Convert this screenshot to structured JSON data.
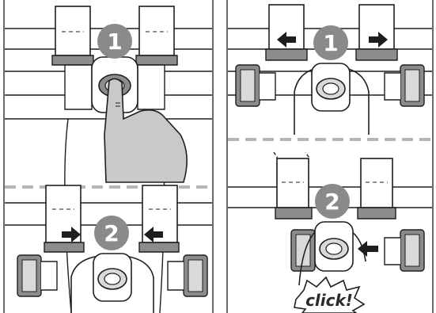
{
  "steps": {
    "left_top": "1",
    "left_bottom": "2",
    "right_top": "1",
    "right_bottom": "2"
  },
  "click_label": "click!",
  "colors": {
    "badge": "#8a8a8a",
    "buckle_dark": "#8c8c8c",
    "buckle_light": "#d9d9d9",
    "hand": "#c9c9c9",
    "line": "#1e1e1e",
    "divider": "#b5b5b5"
  },
  "icons": {
    "arrow": "arrow-icon",
    "hand": "hand-press-icon",
    "buckle": "buckle-tongue-icon",
    "release_button": "release-button-icon"
  }
}
